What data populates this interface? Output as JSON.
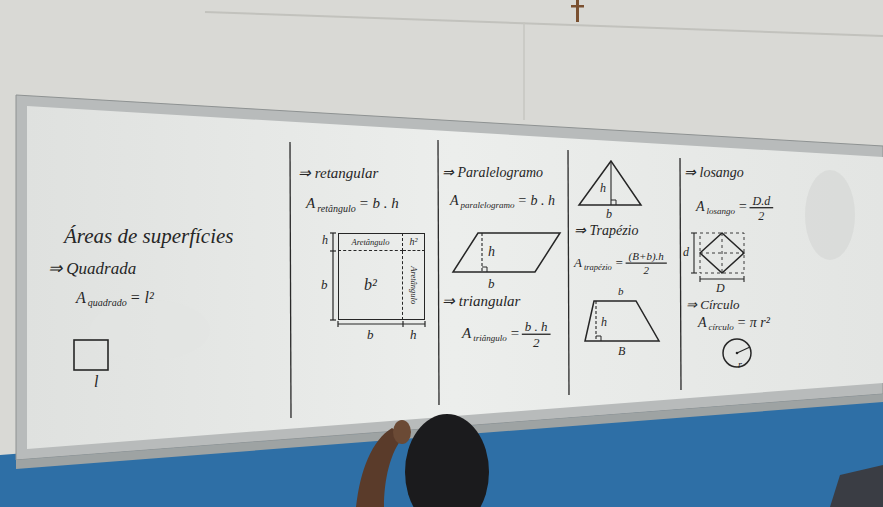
{
  "diagram": {
    "title": "Áreas de superfícies",
    "nodes": [
      {
        "text": [
          "Aretângulo"
        ]
      },
      {
        "text": [
          "h²"
        ]
      },
      {
        "text": [
          "b²"
        ]
      },
      {
        "text": [
          "Aretângulo"
        ]
      },
      {
        "text": [
          "h"
        ]
      },
      {
        "text": [
          "h"
        ]
      },
      {
        "text": [
          "h"
        ]
      },
      {
        "text": [
          "r"
        ]
      }
    ],
    "labels": [
      "⇒ Quadrada",
      "A",
      "quadrado",
      "= l²",
      "l",
      "⇒ retangular",
      "A",
      "retângulo",
      "= b . h",
      "h",
      "b",
      "b",
      "h",
      "⇒ Paralelogramo",
      "A",
      "paralelogramo",
      "= b . h",
      "b",
      "⇒ triangular",
      "A",
      "triângulo",
      "=",
      "b . h",
      "2",
      "b",
      "⇒ Trapézio",
      "A",
      "trapézio",
      "=",
      "(B+b).h",
      "2",
      "b",
      "B",
      "⇒ losango",
      "A",
      "losango",
      "=",
      "D.d",
      "2",
      "d",
      "D",
      "⇒ Círculo",
      "A",
      "círculo",
      "= π r²"
    ]
  }
}
